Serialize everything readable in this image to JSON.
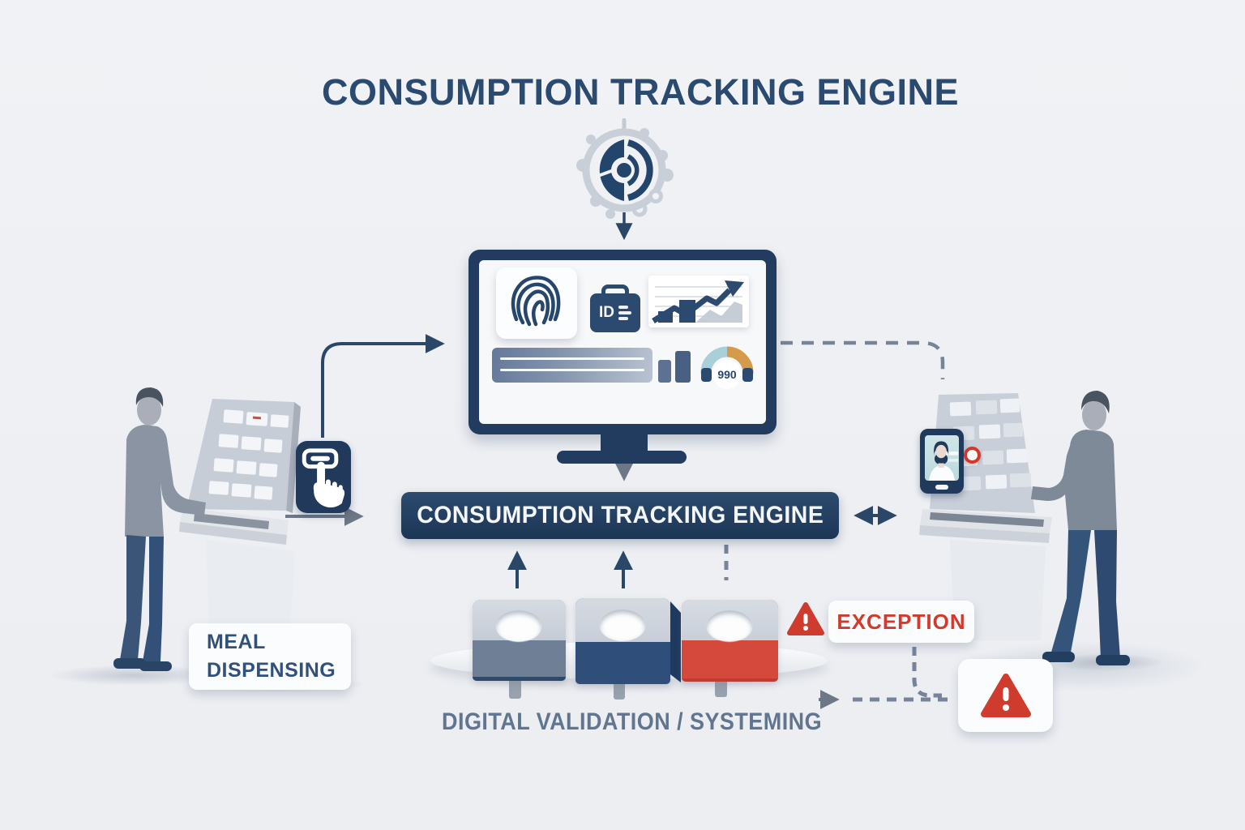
{
  "header": {
    "title": "CONSUMPTION TRACKING ENGINE"
  },
  "engine_banner": {
    "label": "CONSUMPTION TRACKING ENGINE"
  },
  "dashboard": {
    "id_label": "ID",
    "gauge_value": "990"
  },
  "left_station": {
    "label_line1": "MEAL",
    "label_line2": "DISPENSING"
  },
  "validation": {
    "label": "DIGITAL VALIDATION / SYSTEMING"
  },
  "exception": {
    "label": "EXCEPTION"
  },
  "icons": {
    "process": "gear-analytics-icon",
    "biometric": "fingerprint-icon",
    "badge": "id-badge-icon",
    "trend": "growth-chart-icon",
    "score": "score-gauge-icon",
    "dispense": "touch-button-icon",
    "face": "face-scan-phone-icon",
    "alert": "warning-triangle-icon"
  },
  "colors": {
    "navy": "#27466b",
    "banner_navy": "#213c5d",
    "red": "#cf3b2d",
    "slate": "#6f8096",
    "teal": "#a9cfd9",
    "orange": "#d69a4b",
    "title_text": "#2b4a70",
    "muted_text": "#61758f"
  }
}
